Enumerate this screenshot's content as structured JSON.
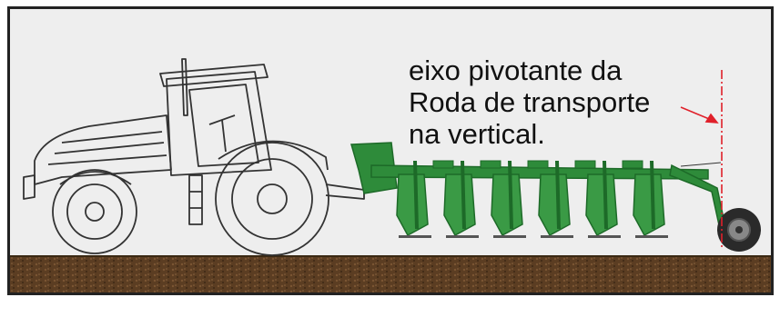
{
  "annotation": {
    "lines": [
      "eixo pivotante da",
      "Roda de transporte",
      "na vertical."
    ]
  },
  "colors": {
    "frame_border": "#222222",
    "sky_background": "#eeeeee",
    "soil": "#5a3c22",
    "plough_green": "#2e8b3a",
    "plough_dark_green": "#1d6a28",
    "pivot_axis_line": "#e0202a",
    "arrow": "#e0202a",
    "tractor_outline": "#333333",
    "wheel_tyre": "#2a2a2a"
  },
  "icons": {
    "tractor": "tractor-outline-icon",
    "plough": "reversible-plough-icon",
    "transport_wheel": "transport-wheel-icon"
  }
}
